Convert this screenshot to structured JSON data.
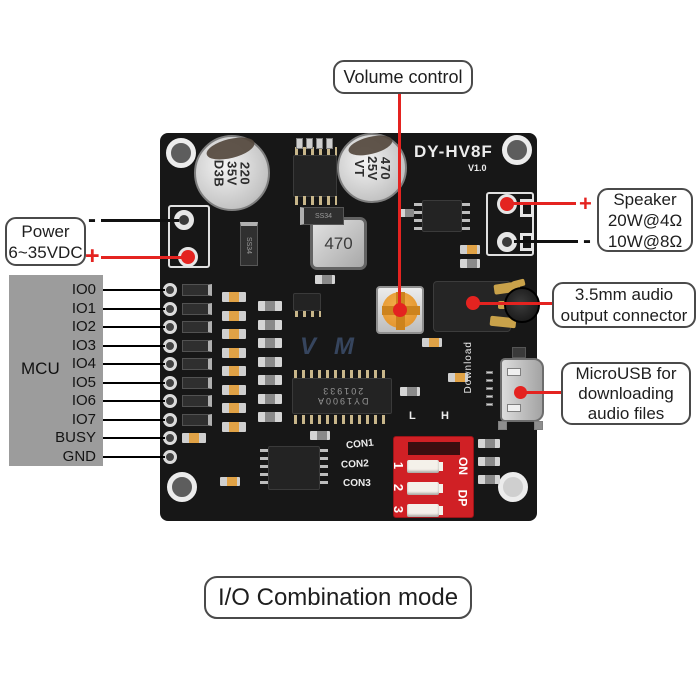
{
  "callouts": {
    "volume": "Volume control",
    "power": {
      "title": "Power",
      "range": "6~35VDC",
      "plus": "+",
      "minus": "-"
    },
    "speaker": {
      "l1": "Speaker",
      "l2": "20W@4Ω",
      "l3": "10W@8Ω",
      "plus": "+",
      "minus": "-"
    },
    "audio": {
      "l1": "3.5mm audio",
      "l2": "output connector"
    },
    "usb": {
      "l1": "MicroUSB for",
      "l2": "downloading",
      "l3": "audio files"
    },
    "mode": "I/O Combination mode"
  },
  "mcu": {
    "name": "MCU",
    "pins": [
      "IO0",
      "IO1",
      "IO2",
      "IO3",
      "IO4",
      "IO5",
      "IO6",
      "IO7",
      "BUSY",
      "GND"
    ]
  },
  "board": {
    "model": "DY-HV8F",
    "version": "V1.0",
    "cap1": {
      "l1": "220",
      "l2": "35V",
      "l3": "D3B"
    },
    "cap2": {
      "l1": "470",
      "l2": "25V",
      "l3": "VT"
    },
    "inductor": "470",
    "diode": "SS34",
    "main_ic": {
      "l1": "DY1900A",
      "l2": "201933"
    },
    "download": "Download",
    "con1": "CON1",
    "con2": "CON2",
    "con3": "CON3",
    "low": "L",
    "high": "H",
    "dip": {
      "n1": "1",
      "n2": "2",
      "n3": "3",
      "on": "ON",
      "dp": "DP"
    },
    "watermark": "VM"
  },
  "colors": {
    "accent_red": "#e42320",
    "board": "#171717",
    "dip_red": "#d02025",
    "pot_orange": "#f2ae4a",
    "mcu_gray": "#9c9c9c",
    "gold": "#c9a24a"
  }
}
